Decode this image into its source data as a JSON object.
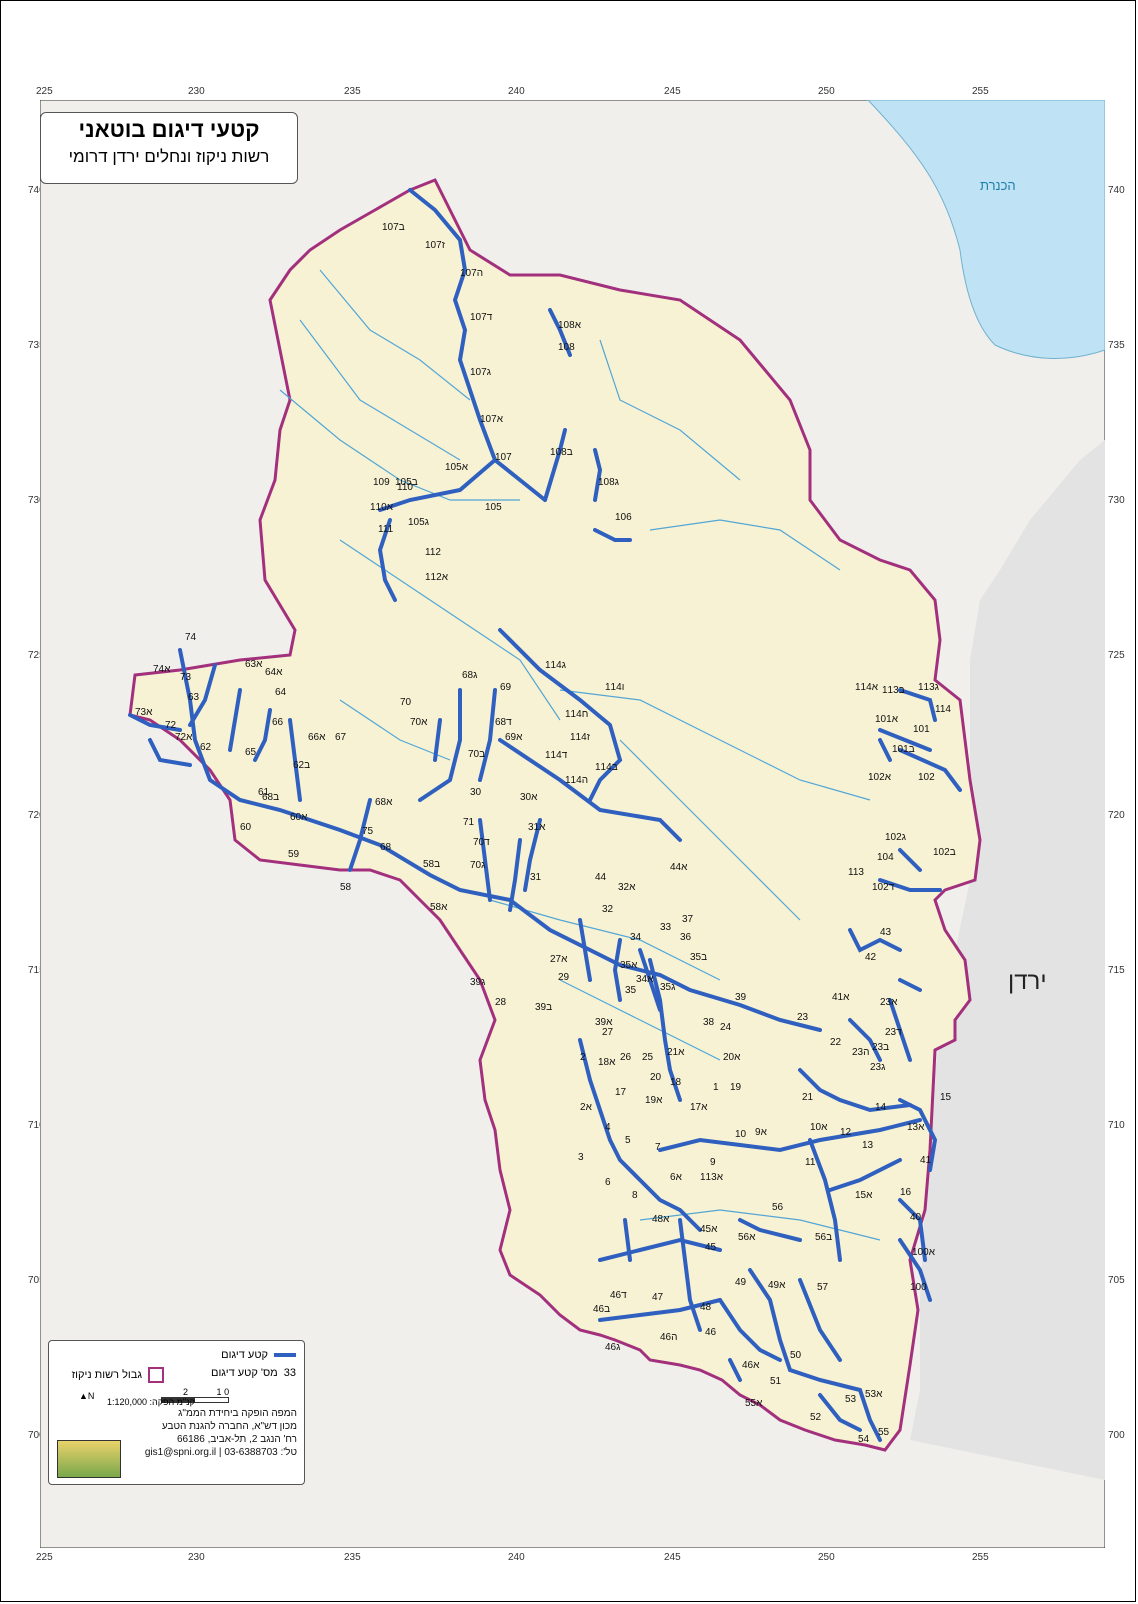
{
  "map": {
    "title": "קטעי דיגום בוטאני",
    "subtitle": "רשות ניקוז ונחלים ירדן דרומי",
    "labels": {
      "lake": "הכנרת",
      "river": "ירדן"
    },
    "x_ticks": [
      "225",
      "230",
      "235",
      "240",
      "245",
      "250",
      "255"
    ],
    "y_ticks": [
      "740",
      "735",
      "730",
      "725",
      "720",
      "715",
      "710",
      "705",
      "700"
    ],
    "legend": {
      "segment": "קטע דיגום",
      "number_example": "33",
      "number_label": "מס' קטע דיגום",
      "boundary": "גבול רשות ניקוז",
      "scale_numbers": [
        "0",
        "1",
        "2"
      ],
      "scale_unit": "ק\"מ",
      "scale_text": "קנ\"מ הפקה: 1:120,000",
      "north": "N",
      "credit_lines": [
        "המפה הופקה ביחידת הממ\"ג",
        "מכון דש\"א, החברה להגנת הטבע",
        "רח' הנגב 2, תל-אביב, 66186",
        "טל': 03-6388703 | gis1@spni.org.il"
      ]
    },
    "segment_labels": [
      "107ב",
      "107ז",
      "107ה",
      "107ד",
      "107ג",
      "107א",
      "107",
      "105א",
      "105",
      "105ב",
      "105ג",
      "108א",
      "108",
      "108ב",
      "108ג",
      "109",
      "110",
      "110א",
      "111",
      "112",
      "112א",
      "106",
      "74",
      "74א",
      "63א",
      "63",
      "64",
      "64א",
      "73",
      "73א",
      "72",
      "72א",
      "62",
      "65",
      "66",
      "66א",
      "67",
      "62ב",
      "61",
      "60",
      "60א",
      "59",
      "58",
      "58א",
      "58ב",
      "75",
      "68",
      "68א",
      "68ב",
      "68ג",
      "68ד",
      "69",
      "69א",
      "70",
      "70א",
      "70ב",
      "70ג",
      "70ד",
      "71",
      "30",
      "30א",
      "31",
      "31א",
      "32",
      "32א",
      "33",
      "34",
      "34א",
      "35",
      "35א",
      "35ב",
      "35ג",
      "36",
      "37",
      "38",
      "39",
      "39א",
      "39ב",
      "39ג",
      "28",
      "29",
      "27",
      "27א",
      "26",
      "25",
      "24",
      "23",
      "23א",
      "23ב",
      "23ג",
      "23ד",
      "23ה",
      "22",
      "21",
      "21א",
      "20",
      "20א",
      "19",
      "19א",
      "18",
      "18א",
      "17",
      "17א",
      "1",
      "2",
      "2א",
      "3",
      "4",
      "5",
      "6",
      "6א",
      "7",
      "8",
      "9",
      "9א",
      "10",
      "10א",
      "11",
      "12",
      "13",
      "13א",
      "14",
      "15",
      "15א",
      "16",
      "40",
      "41",
      "41א",
      "42",
      "43",
      "44",
      "44א",
      "45",
      "45א",
      "46",
      "46א",
      "46ב",
      "46ג",
      "46ד",
      "46ה",
      "47",
      "48",
      "48א",
      "49",
      "49א",
      "50",
      "51",
      "52",
      "53",
      "53א",
      "54",
      "55",
      "55א",
      "56",
      "56א",
      "56ב",
      "57",
      "100",
      "100א",
      "101",
      "101א",
      "101ב",
      "102",
      "102א",
      "102ב",
      "102ג",
      "102ד",
      "104",
      "113",
      "113א",
      "113ב",
      "113ג",
      "114",
      "114א",
      "114ב",
      "114ג",
      "114ד",
      "114ה",
      "114ו",
      "114ז",
      "114ח"
    ]
  }
}
